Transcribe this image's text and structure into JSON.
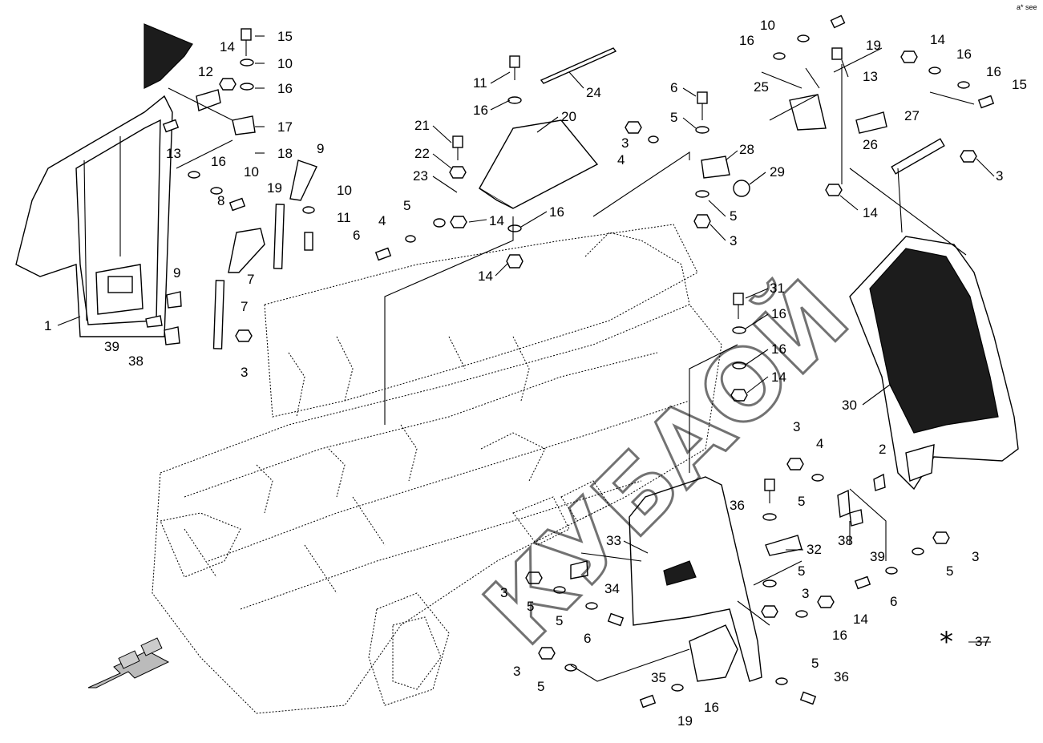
{
  "watermark": "КУБАОЙ",
  "corner_code": "a* see",
  "note_symbol": "*",
  "callouts": [
    {
      "id": "c1",
      "text": "1"
    },
    {
      "id": "c2",
      "text": "2"
    },
    {
      "id": "c3a",
      "text": "3"
    },
    {
      "id": "c3b",
      "text": "3"
    },
    {
      "id": "c3c",
      "text": "3"
    },
    {
      "id": "c3d",
      "text": "3"
    },
    {
      "id": "c3e",
      "text": "3"
    },
    {
      "id": "c3f",
      "text": "3"
    },
    {
      "id": "c3g",
      "text": "3"
    },
    {
      "id": "c3h",
      "text": "3"
    },
    {
      "id": "c3i",
      "text": "3"
    },
    {
      "id": "c4a",
      "text": "4"
    },
    {
      "id": "c4b",
      "text": "4"
    },
    {
      "id": "c4c",
      "text": "4"
    },
    {
      "id": "c5",
      "text": "5"
    },
    {
      "id": "c6",
      "text": "6"
    },
    {
      "id": "c7",
      "text": "7"
    },
    {
      "id": "c8",
      "text": "8"
    },
    {
      "id": "c9",
      "text": "9"
    },
    {
      "id": "c10",
      "text": "10"
    },
    {
      "id": "c11",
      "text": "11"
    },
    {
      "id": "c12",
      "text": "12"
    },
    {
      "id": "c13",
      "text": "13"
    },
    {
      "id": "c14",
      "text": "14"
    },
    {
      "id": "c15",
      "text": "15"
    },
    {
      "id": "c16",
      "text": "16"
    },
    {
      "id": "c17",
      "text": "17"
    },
    {
      "id": "c18",
      "text": "18"
    },
    {
      "id": "c19",
      "text": "19"
    },
    {
      "id": "c20",
      "text": "20"
    },
    {
      "id": "c21",
      "text": "21"
    },
    {
      "id": "c22",
      "text": "22"
    },
    {
      "id": "c23",
      "text": "23"
    },
    {
      "id": "c24",
      "text": "24"
    },
    {
      "id": "c25",
      "text": "25"
    },
    {
      "id": "c26",
      "text": "26"
    },
    {
      "id": "c27",
      "text": "27"
    },
    {
      "id": "c28",
      "text": "28"
    },
    {
      "id": "c29",
      "text": "29"
    },
    {
      "id": "c30",
      "text": "30"
    },
    {
      "id": "c31",
      "text": "31"
    },
    {
      "id": "c32",
      "text": "32"
    },
    {
      "id": "c33",
      "text": "33"
    },
    {
      "id": "c34",
      "text": "34"
    },
    {
      "id": "c35",
      "text": "35"
    },
    {
      "id": "c36",
      "text": "36"
    },
    {
      "id": "c37",
      "text": "37"
    },
    {
      "id": "c38",
      "text": "38"
    },
    {
      "id": "c39",
      "text": "39"
    }
  ],
  "labels": {
    "l1": "1",
    "l39a": "39",
    "l38a": "38",
    "l9a": "9",
    "l3a": "3",
    "l7a": "7",
    "l7b": "7",
    "l8": "8",
    "l13a": "13",
    "l12": "12",
    "l14a": "14",
    "l15a": "15",
    "l10a": "10",
    "l16a": "16",
    "l17": "17",
    "l18": "18",
    "l16b": "16",
    "l10b": "10",
    "l19a": "19",
    "l9b": "9",
    "l10c": "10",
    "l11a": "11",
    "l6a": "6",
    "l4a": "4",
    "l5a": "5",
    "l14b": "14",
    "l16c": "16",
    "l14c": "14",
    "l11b": "11",
    "l16d": "16",
    "l24": "24",
    "l20": "20",
    "l21": "21",
    "l22": "22",
    "l23": "23",
    "l6b": "6",
    "l5b": "5",
    "l3b": "3",
    "l4b": "4",
    "l28": "28",
    "l29": "29",
    "l5c": "5",
    "l3c": "3",
    "l10d": "10",
    "l16e": "16",
    "l19b": "19",
    "l13b": "13",
    "l25": "25",
    "l14d": "14",
    "l16f": "16",
    "l16g": "16",
    "l15b": "15",
    "l27": "27",
    "l26": "26",
    "l3d": "3",
    "l14e": "14",
    "l31": "31",
    "l16h": "16",
    "l16i": "16",
    "l14f": "14",
    "l30": "30",
    "l3e": "3",
    "l4c": "4",
    "l2": "2",
    "l36a": "36",
    "l5d": "5",
    "l38b": "38",
    "l39b": "39",
    "l32": "32",
    "l33": "33",
    "l3f": "3",
    "l5e": "5",
    "l6c": "6",
    "l34": "34",
    "l3g": "3",
    "l5f": "5",
    "l5g": "5",
    "l6d": "6",
    "l5h": "5",
    "l3h": "3",
    "l14g": "14",
    "l16j": "16",
    "l3i": "3",
    "l5i": "5",
    "l35": "35",
    "l5j": "5",
    "l36b": "36",
    "l19c": "19",
    "l16k": "16",
    "l37": "37"
  }
}
